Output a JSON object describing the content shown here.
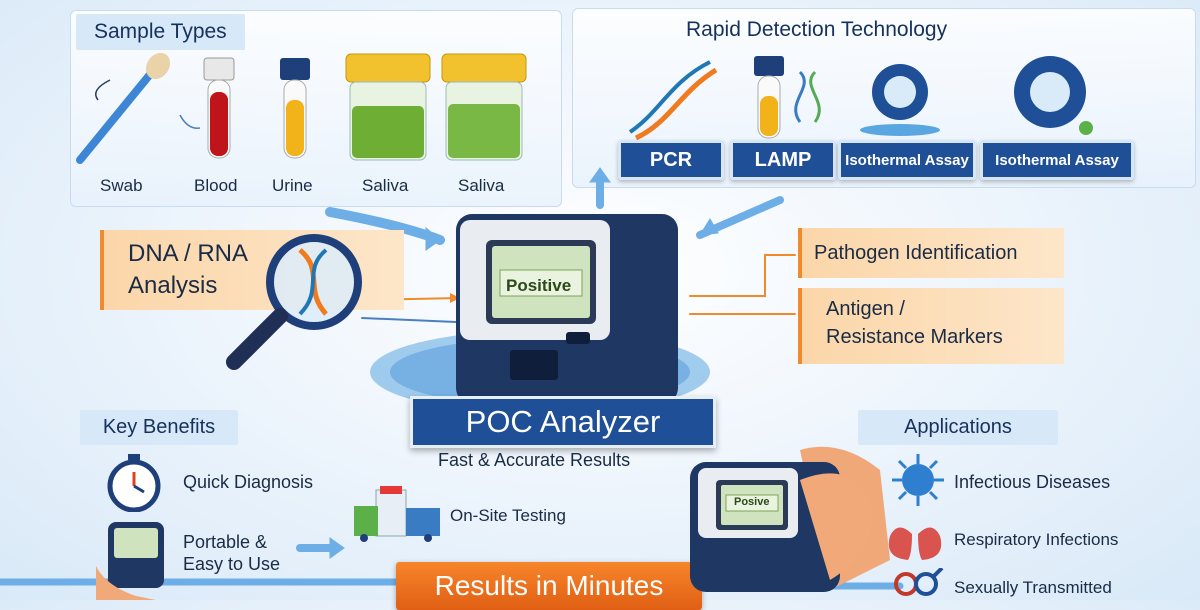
{
  "sample_types": {
    "title": "Sample Types",
    "items": [
      "Swab",
      "Blood",
      "Urine",
      "Saliva",
      "Saliva"
    ]
  },
  "rapid": {
    "title": "Rapid Detection Technology",
    "methods": [
      "PCR",
      "LAMP",
      "Isothermal Assay",
      "Isothermal Assay"
    ]
  },
  "dna": {
    "line1": "DNA / RNA",
    "line2": "Analysis"
  },
  "analyzer": {
    "screen_label": "Positive",
    "title": "POC Analyzer",
    "subtitle": "Fast & Accurate Results"
  },
  "outputs": {
    "pathogen": "Pathogen Identification",
    "antigen_line1": "Antigen /",
    "antigen_line2": "Resistance Markers"
  },
  "benefits": {
    "title": "Key Benefits",
    "quick": "Quick Diagnosis",
    "portable_line1": "Portable &",
    "portable_line2": "Easy to Use",
    "onsite": "On-Site Testing",
    "results": "Results in Minutes"
  },
  "handheld": {
    "screen_label": "Posive"
  },
  "applications": {
    "title": "Applications",
    "items": [
      "Infectious Diseases",
      "Respiratory Infections",
      "Sexually Transmitted"
    ]
  },
  "colors": {
    "navy": "#1f4f97",
    "orange": "#f08a2c",
    "light_blue": "#d7e8f8"
  }
}
